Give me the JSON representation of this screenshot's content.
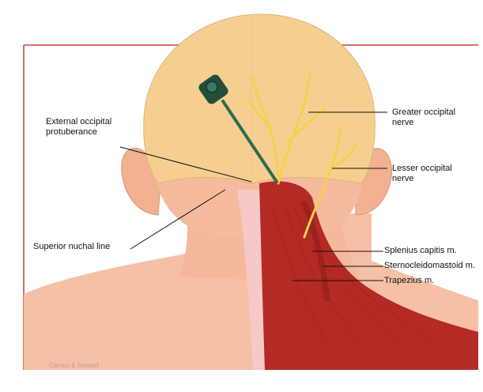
{
  "labels": {
    "external_occipital": "External occipital\nprotuberance",
    "greater_occipital": "Greater occipital\nnerve",
    "lesser_occipital": "Lesser occipital\nnerve",
    "superior_nuchal": "Superior nuchal line",
    "splenius": "Splenius capitis m.",
    "sternocleidomastoid": "Sternocleidomastoid m.",
    "trapezius": "Trapezius m."
  },
  "credit": "Carrico & Stewart",
  "colors": {
    "frame": "#d9706a",
    "scalp": "#f5cf8f",
    "skin": "#f6c0a6",
    "muscle": "#b42a24",
    "nerve": "#f2d24b",
    "needle": "#2f6b4f"
  }
}
